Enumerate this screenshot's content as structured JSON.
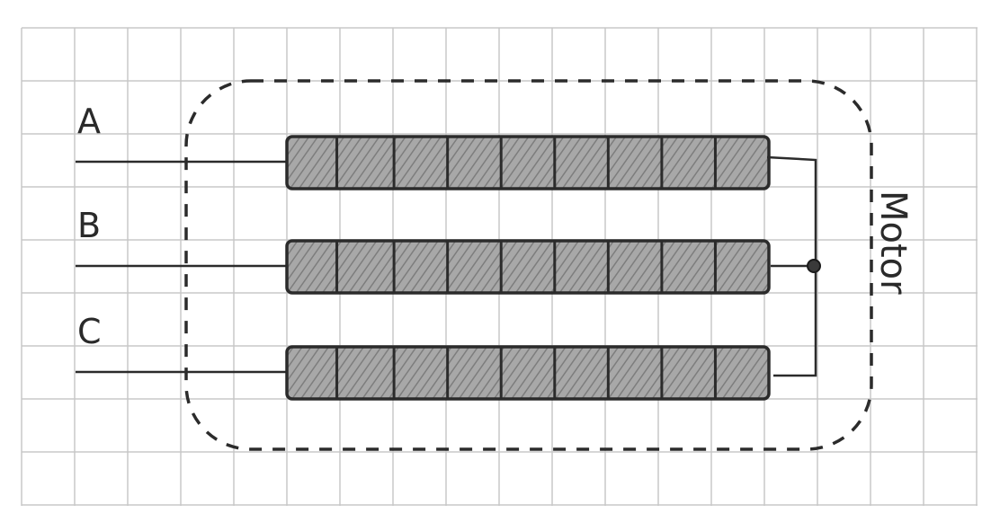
{
  "diagram": {
    "phases": [
      {
        "label": "A",
        "segments": 9
      },
      {
        "label": "B",
        "segments": 9
      },
      {
        "label": "C",
        "segments": 9
      }
    ],
    "enclosure_label": "Motor",
    "connection": "star",
    "colors": {
      "ink": "#2b2b2b",
      "grid": "#c8c8c8",
      "winding_fill": "#9a9a9a",
      "paper": "#ffffff"
    }
  }
}
